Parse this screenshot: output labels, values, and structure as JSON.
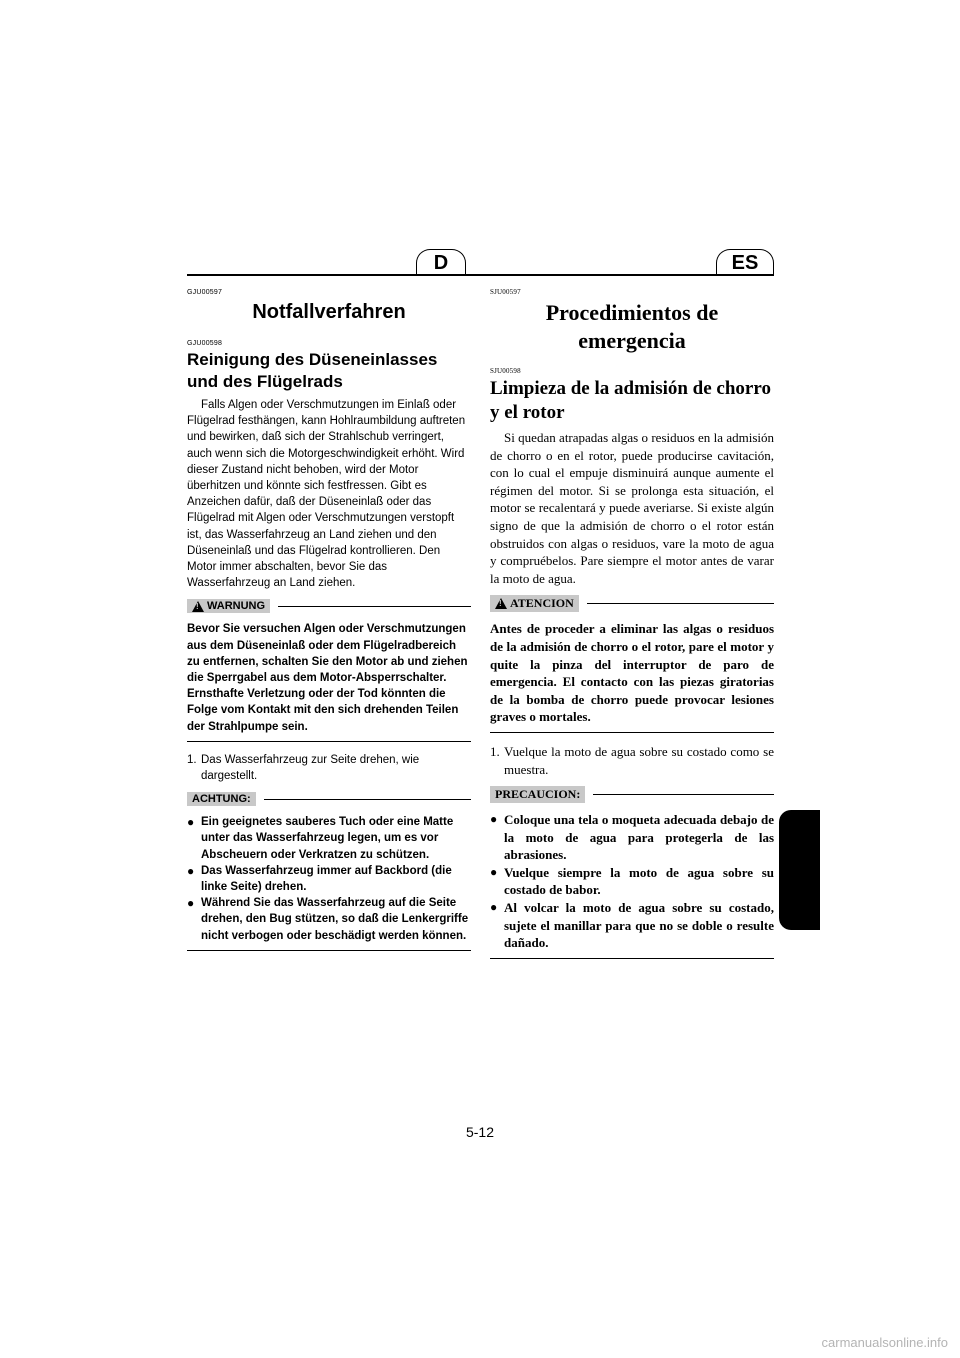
{
  "header": {
    "left_tab": "D",
    "right_tab": "ES"
  },
  "de": {
    "code_section": "GJU00597",
    "title": "Notfallverfahren",
    "code_sub": "GJU00598",
    "subtitle": "Reinigung des Düseneinlasses und des Flügelrads",
    "body": "Falls Algen oder Verschmutzungen im Einlaß oder Flügelrad festhängen, kann Hohlraumbildung auftreten und bewirken, daß sich der Strahlschub verringert, auch wenn sich die Motorgeschwindigkeit erhöht. Wird dieser Zustand nicht behoben, wird der Motor überhitzen und könnte sich festfressen. Gibt es Anzeichen dafür, daß der Düseneinlaß oder das Flügelrad mit Algen oder Verschmutzungen verstopft ist, das Wasserfahrzeug an Land ziehen und den Düseneinlaß und das Flügelrad kontrollieren. Den Motor immer abschalten, bevor Sie das Wasserfahrzeug an Land ziehen.",
    "warning_label": "WARNUNG",
    "warning_text": "Bevor Sie versuchen Algen oder Verschmutzungen aus dem Düseneinlaß oder dem Flügelradbereich zu entfernen, schalten Sie den Motor ab und ziehen die Sperrgabel aus dem Motor-Absperrschalter. Ernsthafte Verletzung oder der Tod könnten die Folge vom Kontakt mit den sich drehenden Teilen der Strahlpumpe sein.",
    "step_num": "1.",
    "step_text": "Das Wasserfahrzeug zur Seite drehen, wie dargestellt.",
    "caution_label": "ACHTUNG:",
    "bullets": [
      "Ein geeignetes sauberes Tuch oder eine Matte unter das Wasserfahrzeug legen, um es vor Abscheuern oder Verkratzen zu schützen.",
      "Das Wasserfahrzeug immer auf Backbord (die linke Seite) drehen.",
      "Während Sie das Wasserfahrzeug auf die Seite drehen, den Bug stützen, so daß die Lenkergriffe nicht verbogen oder beschädigt werden können."
    ]
  },
  "es": {
    "code_section": "SJU00597",
    "title": "Procedimientos de emergencia",
    "code_sub": "SJU00598",
    "subtitle": "Limpieza de la admisión de chorro y el rotor",
    "body": "Si quedan atrapadas algas o residuos en la admisión de chorro o en el rotor, puede producirse cavitación, con lo cual el empuje disminuirá aunque aumente el régimen del motor. Si se prolonga esta situación, el motor se recalentará y puede averiarse. Si existe algún signo de que la admisión de chorro o el rotor están obstruidos con algas o residuos, vare la moto de agua y compruébelos. Pare siempre el motor antes de varar la moto de agua.",
    "warning_label": "ATENCION",
    "warning_text": "Antes de proceder a eliminar las algas o residuos de la admisión de chorro o el rotor, pare el motor y quite la pinza del interruptor de paro de emergencia. El contacto con las piezas giratorias de la bomba de chorro puede provocar lesiones graves o mortales.",
    "step_num": "1.",
    "step_text": "Vuelque la moto de agua sobre su costado como se muestra.",
    "caution_label": "PRECAUCION:",
    "bullets": [
      "Coloque una tela o moqueta adecuada debajo de la moto de agua para protegerla de las abrasiones.",
      "Vuelque siempre la moto de agua sobre su costado de babor.",
      "Al volcar la moto de agua sobre su costado, sujete el manillar para que no se doble o resulte dañado."
    ]
  },
  "footer": {
    "page_number": "5-12",
    "watermark": "carmanualsonline.info"
  }
}
